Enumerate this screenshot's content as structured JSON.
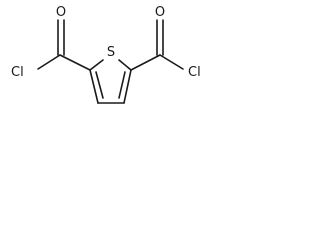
{
  "molecule": {
    "atoms": {
      "sulfur": "S",
      "oxygen_left": "O",
      "oxygen_right": "O",
      "chlorine_left": "Cl",
      "chlorine_right": "Cl"
    }
  }
}
